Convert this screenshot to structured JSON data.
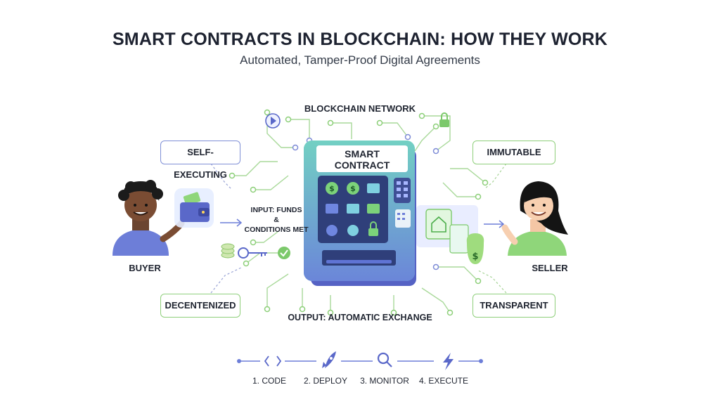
{
  "title": "SMART CONTRACTS IN BLOCKCHAIN: HOW THEY WORK",
  "subtitle": "Automated, Tamper-Proof Digital Agreements",
  "network_label": "BLOCKCHAIN NETWORK",
  "contract": {
    "line1": "SMART",
    "line2": "CONTRACT"
  },
  "features": {
    "self_executing": "SELF-EXECUTING",
    "immutable": "IMMUTABLE",
    "decentralized": "DECENTENIZED",
    "transparent": "TRANSPARENT"
  },
  "parties": {
    "buyer": "BUYER",
    "seller": "SELLER"
  },
  "input": {
    "line1": "INPUT: FUNDS",
    "line2": "&",
    "line3": "CONDITIONS MET"
  },
  "output_label": "OUTPUT: AUTOMATIC EXCHANGE",
  "steps": [
    {
      "label": "1. CODE",
      "icon": "code-brackets-icon"
    },
    {
      "label": "2. DEPLOY",
      "icon": "rocket-icon"
    },
    {
      "label": "3. MONITOR",
      "icon": "magnifier-icon"
    },
    {
      "label": "4. EXECUTE",
      "icon": "lightning-icon"
    }
  ],
  "colors": {
    "accent_blue": "#5a68c9",
    "accent_green": "#7cc96b",
    "machine_teal": "#5fc7c0",
    "machine_blue": "#6d7ed8",
    "dark_text": "#1f2430"
  }
}
